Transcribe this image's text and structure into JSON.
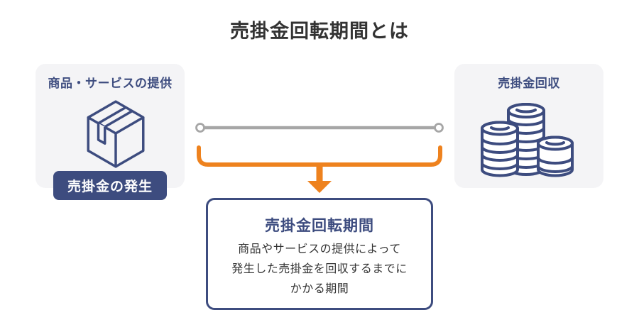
{
  "page_title": "売掛金回転期間とは",
  "left_card": {
    "label": "商品・サービスの提供",
    "icon": "package-box-icon",
    "badge_label": "売掛金の発生"
  },
  "right_card": {
    "label": "売掛金回収",
    "icon": "coin-stacks-icon"
  },
  "timeline": {
    "start_icon": "circle-endpoint-icon",
    "end_icon": "circle-endpoint-icon",
    "brace_icon": "period-brace-icon",
    "arrow_icon": "down-arrow-icon"
  },
  "definition_box": {
    "title": "売掛金回転期間",
    "description_lines": [
      "商品やサービスの提供によって",
      "発生した売掛金を回収するまでに",
      "かかる期間"
    ]
  },
  "colors": {
    "navy": "#3d4c7f",
    "orange": "#ee821e",
    "line_gray": "#a6a6a6",
    "card_bg": "#f4f4f6",
    "text_dark": "#333333",
    "white": "#ffffff"
  }
}
